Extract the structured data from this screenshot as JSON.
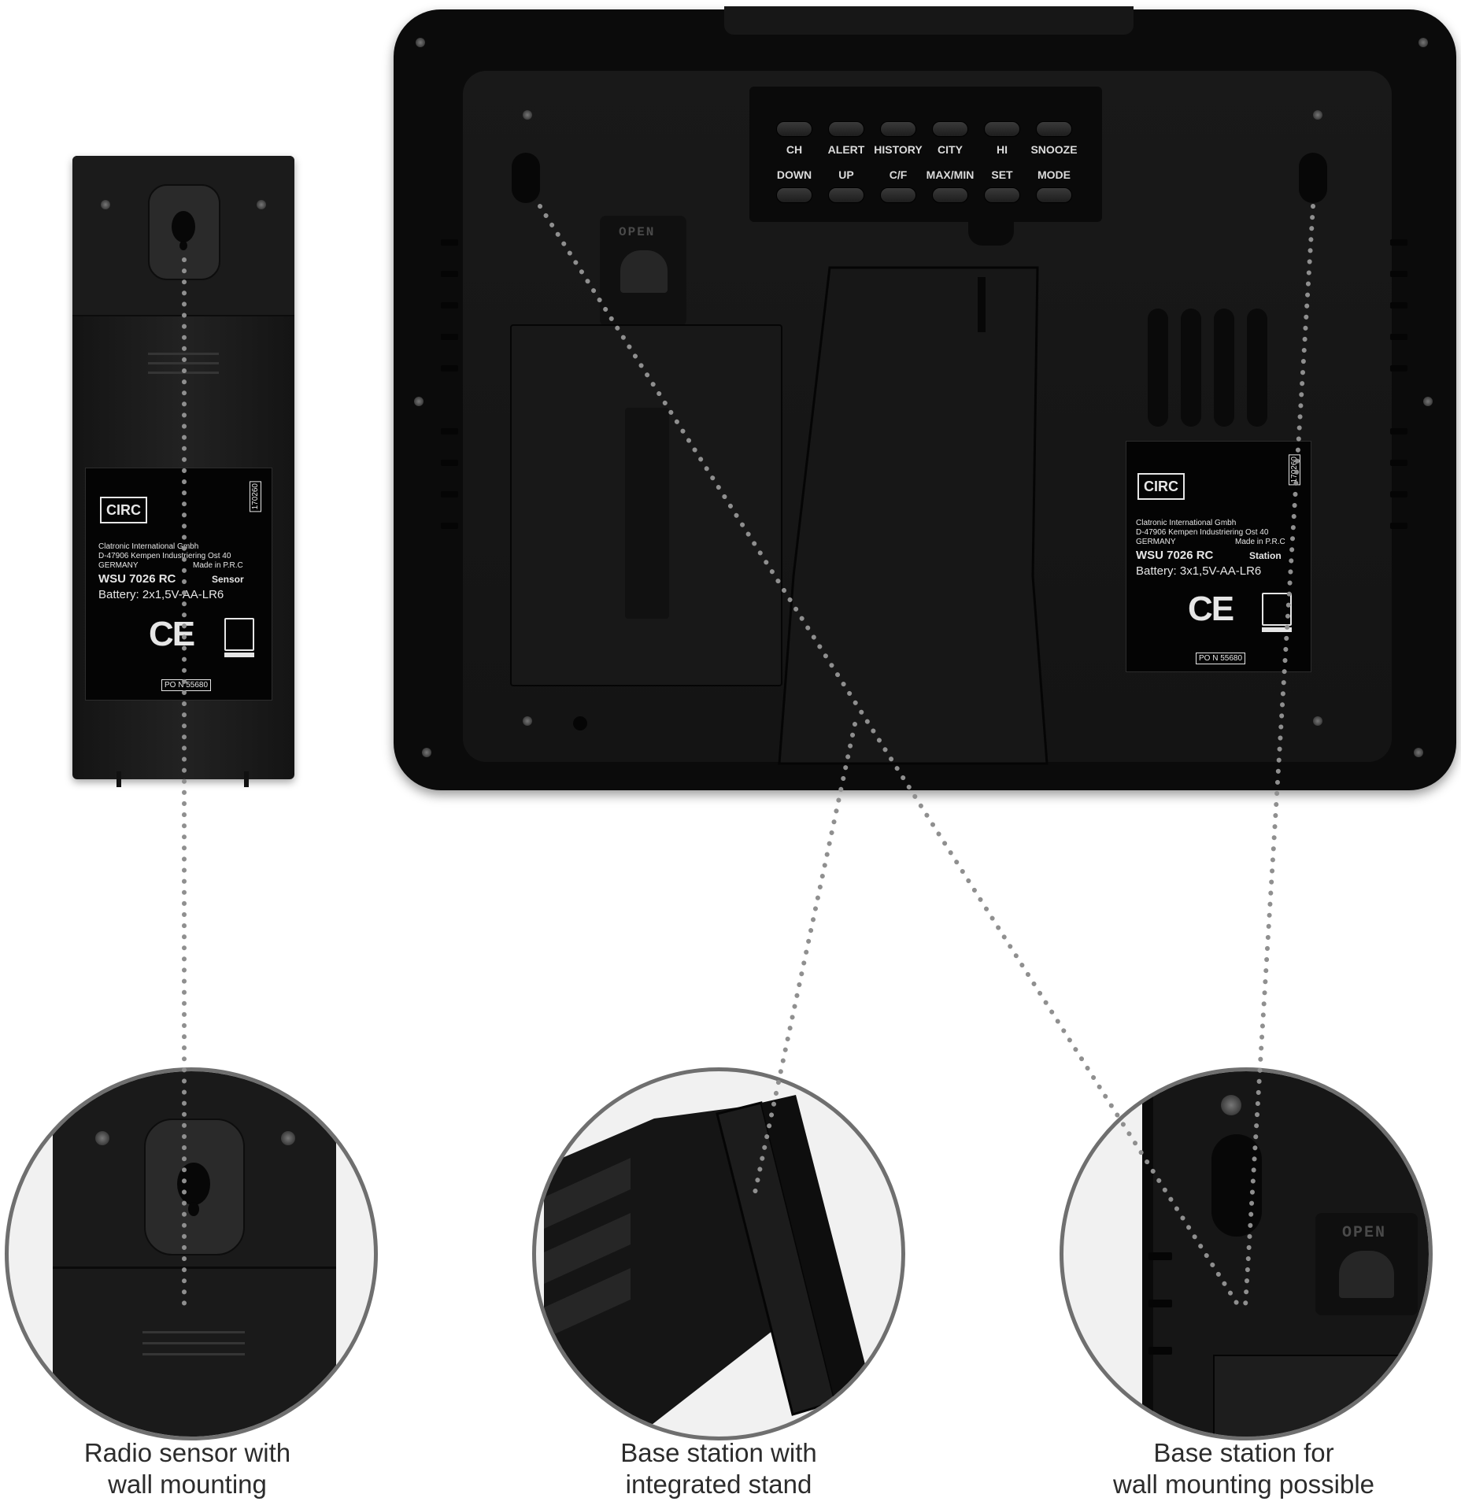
{
  "sensor": {
    "logo": "CIRC",
    "serial": "170260",
    "manufacturer": "Clatronic International Gmbh",
    "address": "D-47906 Kempen Industriering Ost 40",
    "country": "GERMANY",
    "made_in": "Made in P.R.C",
    "model": "WSU 7026 RC",
    "type": "Sensor",
    "battery": "Battery: 2x1,5V-AA-LR6",
    "ce": "CE",
    "po": "PO N 55680"
  },
  "station": {
    "buttons_top": [
      "CH",
      "ALERT",
      "HISTORY",
      "CITY",
      "HI",
      "SNOOZE"
    ],
    "buttons_bottom": [
      "DOWN",
      "UP",
      "C/F",
      "MAX/MIN",
      "SET",
      "MODE"
    ],
    "open_label": "OPEN",
    "label": {
      "logo": "CIRC",
      "serial": "170260",
      "manufacturer": "Clatronic International Gmbh",
      "address": "D-47906 Kempen Industriering Ost 40",
      "country": "GERMANY",
      "made_in": "Made in P.R.C",
      "model": "WSU 7026 RC",
      "type": "Station",
      "battery": "Battery: 3x1,5V-AA-LR6",
      "ce": "CE",
      "po": "PO N 55680"
    }
  },
  "details": {
    "sensor_caption_1": "Radio sensor with",
    "sensor_caption_2": "wall mounting",
    "stand_caption_1": "Base station with",
    "stand_caption_2": "integrated stand",
    "wall_caption_1": "Base station for",
    "wall_caption_2": "wall mounting possible",
    "open_label": "OPEN"
  },
  "colors": {
    "background": "#ffffff",
    "device": "#141414",
    "label_text": "#e6e6e6",
    "connector_dots": "#8f8f8f",
    "circle_border": "#6f6f6f",
    "caption_text": "#2c2c2c"
  }
}
